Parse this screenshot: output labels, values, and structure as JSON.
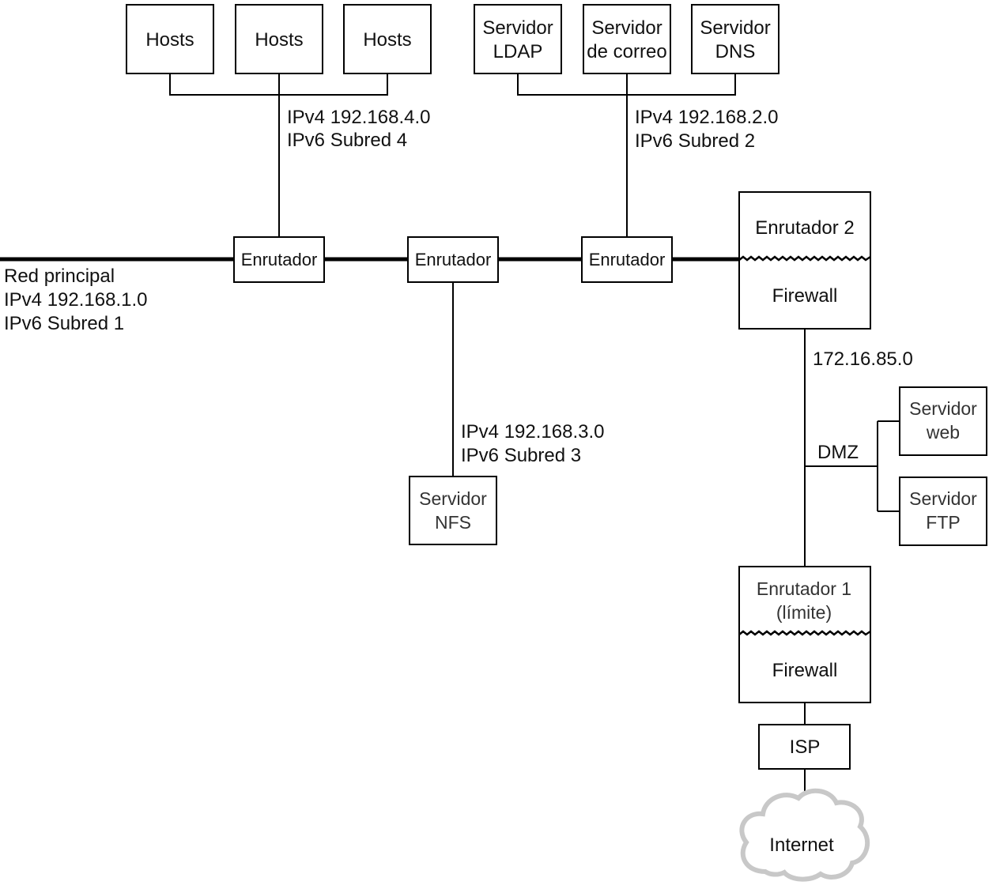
{
  "nodes": {
    "hosts_1": [
      "Hosts"
    ],
    "hosts_2": [
      "Hosts"
    ],
    "hosts_3": [
      "Hosts"
    ],
    "ldap_server": [
      "Servidor",
      "LDAP"
    ],
    "mail_server": [
      "Servidor",
      "de correo"
    ],
    "dns_server": [
      "Servidor",
      "DNS"
    ],
    "router_a": [
      "Enrutador"
    ],
    "router_b": [
      "Enrutador"
    ],
    "router_c": [
      "Enrutador"
    ],
    "router_2": [
      "Enrutador 2"
    ],
    "firewall_2": [
      "Firewall"
    ],
    "nfs_server": [
      "Servidor",
      "NFS"
    ],
    "web_server": [
      "Servidor",
      "web"
    ],
    "ftp_server": [
      "Servidor",
      "FTP"
    ],
    "router_1": [
      "Enrutador 1",
      "(límite)"
    ],
    "firewall_1": [
      "Firewall"
    ],
    "isp": [
      "ISP"
    ],
    "internet": [
      "Internet"
    ]
  },
  "networks": {
    "main": [
      "Red principal",
      "IPv4 192.168.1.0",
      "IPv6 Subred 1"
    ],
    "subnet_4": [
      "IPv4 192.168.4.0",
      "IPv6 Subred 4"
    ],
    "subnet_2": [
      "IPv4 192.168.2.0",
      "IPv6 Subred 2"
    ],
    "subnet_3": [
      "IPv4 192.168.3.0",
      "IPv6 Subred 3"
    ],
    "perimeter": [
      "172.16.85.0"
    ],
    "dmz": [
      "DMZ"
    ]
  },
  "colors": {
    "line": "#000000",
    "box_fill": "#ffffff",
    "cloud_outline": "#c8c8c8"
  }
}
